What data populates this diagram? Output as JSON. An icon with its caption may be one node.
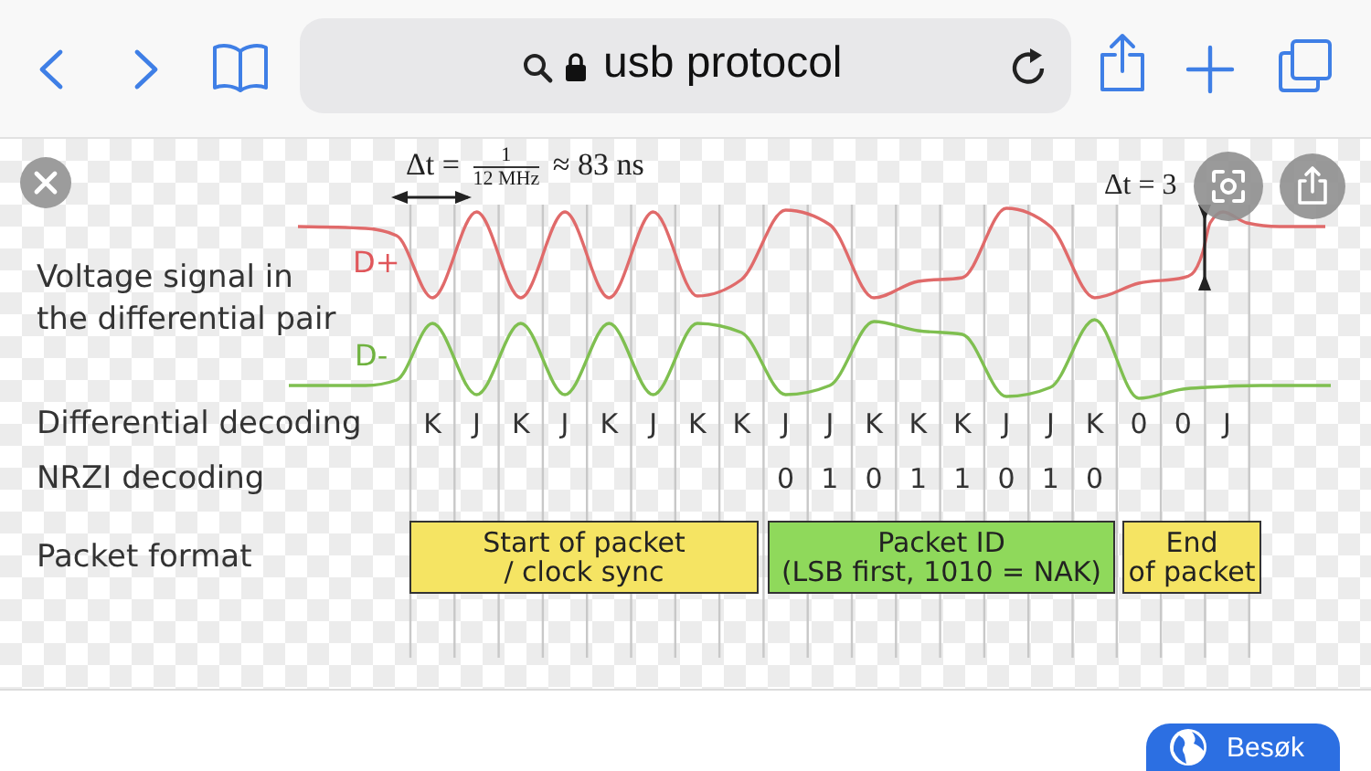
{
  "diagram": {
    "nodes": [
      {
        "text": [
          "Start of packet / clock sync"
        ]
      },
      {
        "text": [
          "Packet ID (LSB first, 1010 = NAK)"
        ]
      },
      {
        "text": [
          "End of packet"
        ]
      }
    ],
    "labels": [
      "usb protocol",
      "Δt = $^{1}$$_{12 MHz}$ ≈ 83 ns",
      "Δt = 3",
      "D+",
      "Voltage signal in the differential pair",
      "D-",
      "Differential decoding",
      "K",
      "J",
      "K",
      "J",
      "K",
      "J",
      "K",
      "K",
      "J",
      "J",
      "K",
      "K",
      "K",
      "J",
      "J",
      "K",
      "0",
      "0",
      "J",
      "NRZI decoding",
      "0",
      "1",
      "0",
      "1",
      "1",
      "0",
      "1",
      "0",
      "Packet format",
      "Besøk"
    ]
  }
}
